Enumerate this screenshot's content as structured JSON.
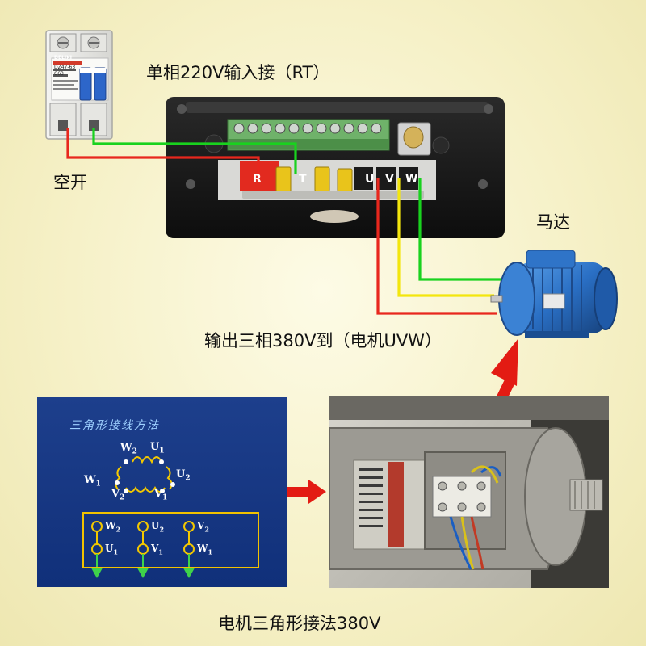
{
  "labels": {
    "input_caption": "单相220V输入接（RT）",
    "breaker_caption": "空开",
    "motor_caption": "马达",
    "output_caption": "输出三相380V到（电机UVW）",
    "bottom_caption": "电机三角形接法380V"
  },
  "breaker": {
    "brand": "DELIXI",
    "model": "DZ47-63",
    "rating": "C63"
  },
  "inverter_terminals": [
    "R",
    "",
    "T",
    "",
    "U",
    "V",
    "W"
  ],
  "delta_panel": {
    "title": "三角形接线方法",
    "triangle_labels": [
      "W2",
      "U1",
      "U2",
      "W1",
      "V2",
      "V1"
    ],
    "terminal_top": [
      "W2",
      "U2",
      "V2"
    ],
    "terminal_bottom": [
      "U1",
      "V1",
      "W1"
    ]
  },
  "colors": {
    "wire_red": "#e8271d",
    "wire_green": "#19d21e",
    "wire_yellow": "#f3e60d",
    "arrow_red": "#e31b13",
    "panel_blue": "#163681",
    "motor_blue": "#2a6fc4"
  }
}
